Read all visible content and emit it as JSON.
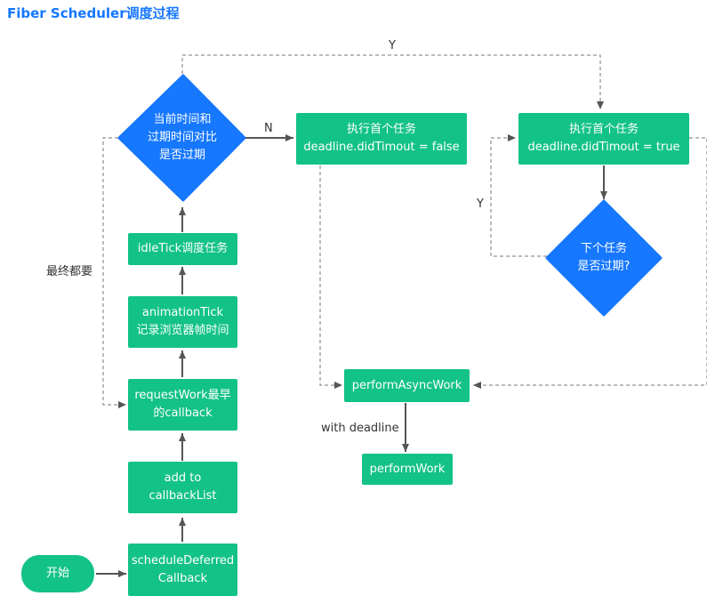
{
  "title": "Fiber Scheduler调度过程",
  "colors": {
    "node_fill": "#13c287",
    "decision_fill": "#1677ff",
    "title_color": "#1677ff",
    "arrow_color": "#555555"
  },
  "nodes": {
    "start": "开始",
    "schedule_deferred": [
      "scheduleDeferred",
      "Callback"
    ],
    "add_to_list": [
      "add to",
      "callbackList"
    ],
    "request_work": [
      "requestWork最早",
      "的callback"
    ],
    "animation_tick": [
      "animationTick",
      "记录浏览器帧时间"
    ],
    "idle_tick": "idleTick调度任务",
    "compare_decision": [
      "当前时间和",
      "过期时间对比",
      "是否过期"
    ],
    "exec_false": [
      "执行首个任务",
      "deadline.didTimout = false"
    ],
    "exec_true": [
      "执行首个任务",
      "deadline.didTimout = true"
    ],
    "next_expired": [
      "下个任务",
      "是否过期?"
    ],
    "perform_async_work": "performAsyncWork",
    "perform_work": "performWork"
  },
  "edge_labels": {
    "no": "N",
    "yes_top": "Y",
    "yes_loop": "Y",
    "eventually": "最终都要",
    "with_deadline": "with deadline"
  }
}
